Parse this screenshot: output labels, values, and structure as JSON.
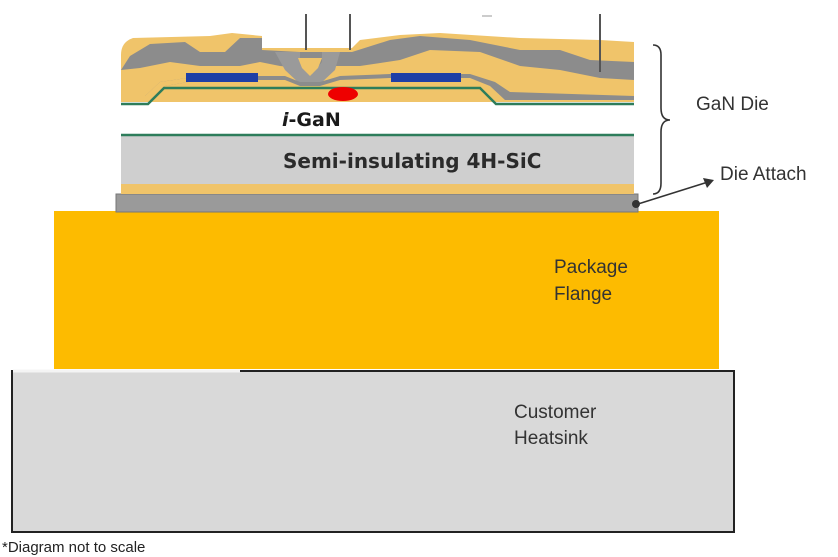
{
  "labels": {
    "gan_die": "GaN Die",
    "die_attach": "Die Attach",
    "package_flange_line1": "Package",
    "package_flange_line2": "Flange",
    "heatsink_line1": "Customer",
    "heatsink_line2": "Heatsink",
    "semi_insulating": "Semi-insulating 4H-SiC",
    "igan_prefix": "i",
    "igan_suffix": "-GaN",
    "footnote": "*Diagram not to scale"
  },
  "colors": {
    "flange": "#fdbb00",
    "heatsink": "#d9d9d9",
    "die_attach": "#9a9a9a",
    "sic": "#cfcfcf",
    "metal_gold": "#f0c46a",
    "metal_gray": "#8c8c8c",
    "contact_blue": "#1f3fa6",
    "channel_red": "#ee0000",
    "gan_green": "#2e7d5b"
  }
}
